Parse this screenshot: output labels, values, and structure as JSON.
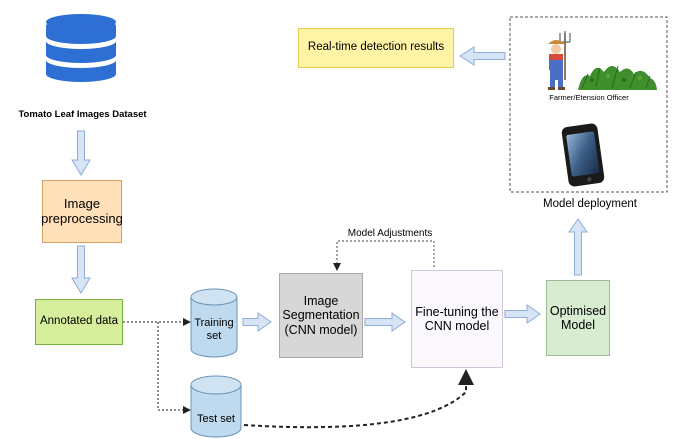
{
  "dataset": {
    "label": "Tomato Leaf Images Dataset"
  },
  "preprocessing": {
    "label": "Image\npreprocessing"
  },
  "annotated": {
    "label": "Annotated data"
  },
  "training": {
    "label": "Training\nset"
  },
  "test": {
    "label": "Test set"
  },
  "segmentation": {
    "label": "Image\nSegmentation\n(CNN model)"
  },
  "model_adjustments": {
    "label": "Model Adjustments"
  },
  "finetuning": {
    "label": "Fine-tuning the\nCNN model"
  },
  "optimised": {
    "label": "Optimised\nModel"
  },
  "deployment": {
    "label": "Model deployment"
  },
  "results": {
    "label": "Real-time detection results"
  },
  "farmer": {
    "label": "Farmer/Etension Officer"
  },
  "colors": {
    "db_blue": "#2e6fd4",
    "preprocessing_fill": "#ffe0b8",
    "preprocessing_border": "#d8a060",
    "annotated_fill": "#d6ee9c",
    "annotated_border": "#78b040",
    "cylinder_fill": "#bfd9ee",
    "cylinder_border": "#6d95b8",
    "segmentation_fill": "#d7d7d7",
    "segmentation_border": "#a9a9a9",
    "finetune_fill": "#fbf8fd",
    "finetune_border": "#d0c5da",
    "optimised_fill": "#d7ecd1",
    "optimised_border": "#9ebd94",
    "results_fill": "#fff3a6",
    "results_border": "#e6cf54",
    "arrow_fill": "#d6e4f6",
    "arrow_border": "#8eaed6"
  }
}
